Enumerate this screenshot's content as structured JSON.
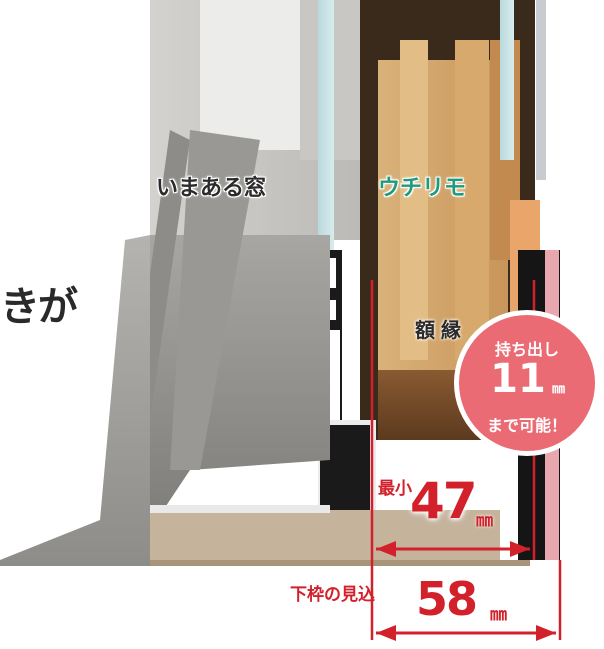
{
  "labels": {
    "left_edge_text": "きが",
    "existing_window": "いまある窓",
    "product": "ウチリモ",
    "frame": "額縁",
    "minimum_prefix": "最小",
    "minimum_value": "47",
    "minimum_unit": "㎜",
    "sill_depth_label": "下枠の見込",
    "sill_depth_value": "58",
    "sill_depth_unit": "㎜"
  },
  "badge": {
    "line1": "持ち出し",
    "value": "11",
    "unit": "㎜",
    "line2": "まで可能！"
  },
  "colors": {
    "accent_red": "#d3212b",
    "product_green": "#1f9a7d",
    "badge_fill": "#ea6b73"
  }
}
